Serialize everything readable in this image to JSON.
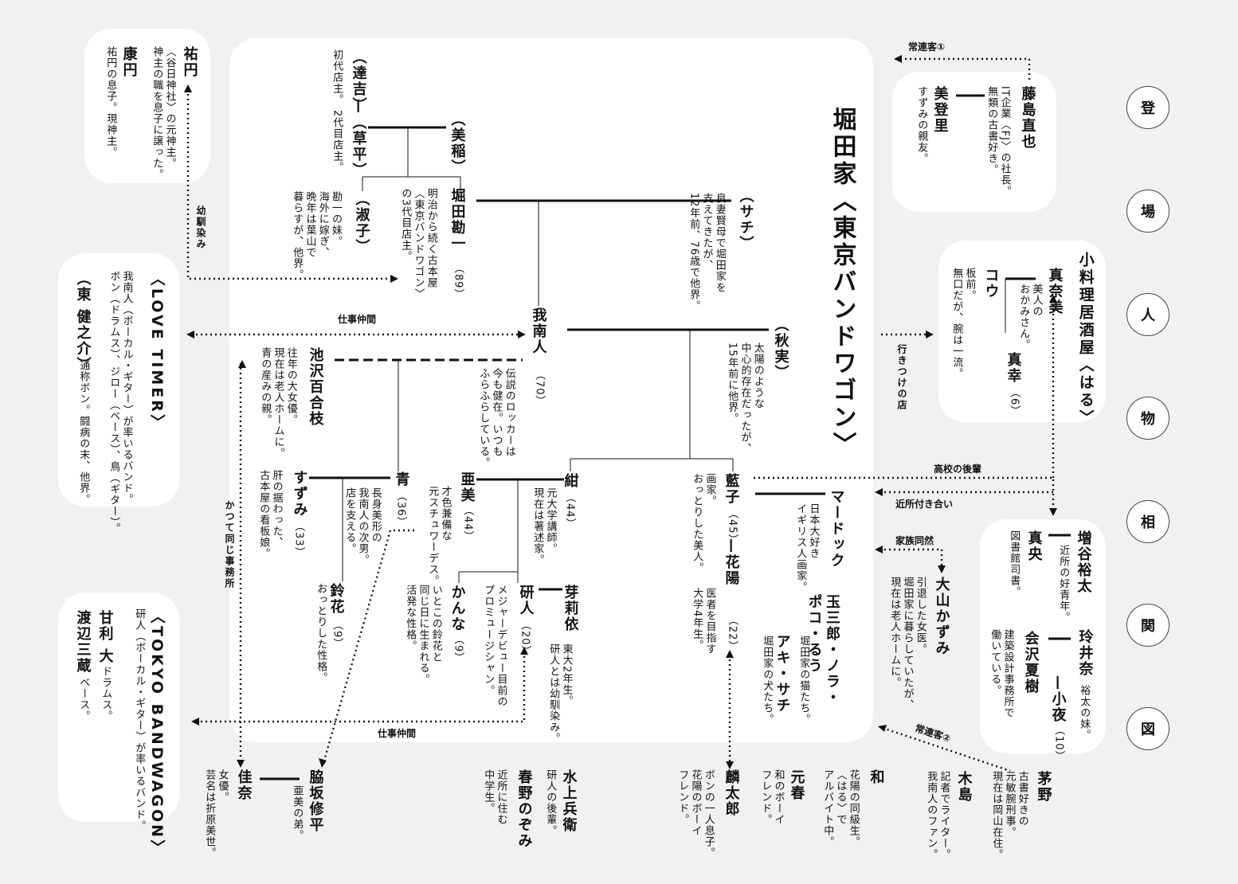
{
  "title": {
    "main": "堀田家〈東京バンドワゴン〉"
  },
  "side_title": [
    "登",
    "場",
    "人",
    "物",
    "相",
    "関",
    "図"
  ],
  "family": {
    "tatsukichi": {
      "name": "（達吉）",
      "desc": "初代店主。"
    },
    "sohei": {
      "name": "—（草平）",
      "desc": "2代目店主。"
    },
    "mine": {
      "name": "（美稲）"
    },
    "yoshiko": {
      "name": "（淑子）",
      "desc": "勘一の妹。\n海外に嫁ぎ、\n晩年は葉山で\n暮らすが、他界。"
    },
    "kanichi": {
      "name": "堀田勘一",
      "age": "（89）",
      "desc": "明治から続く古本屋\n〈東京バンドワゴン〉\nの3代目店主。"
    },
    "sachi": {
      "name": "（サチ）",
      "desc": "良妻賢母で堀田家を\n支えてきたが、\n12年前、76歳で他界。"
    },
    "ganto": {
      "name": "我南人",
      "age": "（70）",
      "desc": "伝説のロッカーは\n今も健在。いつも\nふらふらしている。"
    },
    "akimi": {
      "name": "（秋実）",
      "desc": "太陽のような\n中心的存在だったが、\n15年前に他界。"
    },
    "yurie": {
      "name": "池沢百合枝",
      "desc": "往年の大女優。\n現在は老人ホームに。\n青の産みの親。"
    },
    "ao": {
      "name": "青",
      "age": "（36）",
      "desc": "長身美形の\n我南人の次男。\n店を支える。"
    },
    "suzumi": {
      "name": "すずみ",
      "age": "（33）",
      "desc": "肝の据わった、\n古本屋の看板娘。"
    },
    "suzuka": {
      "name": "鈴花",
      "age": "（9）",
      "desc": "おっとりした性格。"
    },
    "ami": {
      "name": "亜美",
      "age": "（44）",
      "desc": "才色兼備な\n元スチュワーデス。"
    },
    "kon": {
      "name": "紺",
      "age": "（44）",
      "desc": "元大学講師。\n現在は著述家。"
    },
    "kanna": {
      "name": "かんな",
      "age": "（9）",
      "desc": "いとこの鈴花と\n同じ日に生まれる。\n活発な性格。"
    },
    "kento": {
      "name": "研人",
      "age": "（20）",
      "desc": "メジャーデビュー目前の\nプロミュージシャン。"
    },
    "meri": {
      "name": "芽莉依",
      "desc": "東大2年生。\n研人とは幼馴染み。"
    },
    "aiko": {
      "name": "藍子",
      "age": "（45）",
      "desc": "画家。\nおっとりした美人。"
    },
    "kayo": {
      "name": "—花陽",
      "age": "（22）",
      "desc": "医者を目指す\n大学4年生。"
    },
    "murdoch": {
      "name": "マードック",
      "desc": "日本大好き\nイギリス人画家。"
    },
    "cats": {
      "name": "玉三郎・ノラ・\nポコ・るう",
      "desc": "堀田家の猫たち。"
    },
    "dogs": {
      "name": "アキ・サチ",
      "desc": "堀田家の犬たち。"
    }
  },
  "boxes": {
    "shrine": {
      "yuen": "祐円",
      "yuen_desc": "〈谷日神社〉の元神主。\n神主の職を息子に譲った。",
      "koen": "康円",
      "koen_desc": "祐円の息子。現神主。"
    },
    "love_timer": {
      "title": "〈LOVE TIMER〉",
      "desc": "我南人（ボーカル・ギター）が率いるバンド。\nボン（ドラムス）、ジロー（ベース）、鳥（ギター）。",
      "member": "（東 健之介）",
      "member_desc": "通称ボン。闘病の末、他界。"
    },
    "tokyo_bandwagon": {
      "title": "〈TOKYO BANDWAGON〉",
      "desc": "研人（ボーカル・ギター）が率いるバンド。",
      "amari": "甘利 大",
      "amari_desc": "ドラムス。",
      "watanabe": "渡辺三蔵",
      "watanabe_desc": "ベース。"
    },
    "fujishima": {
      "name": "藤島直也",
      "desc": "IT企業〈FJ〉の社長。\n無類の古書好き。",
      "midori": "美登里",
      "midori_desc": "すずみの親友。"
    },
    "haru": {
      "title": "小料理居酒屋〈はる〉",
      "manami": "真奈美",
      "manami_desc": "美人の\nおかみさん。",
      "kou": "コウ",
      "kou_desc": "板前。\n無口だが、腕は一流。",
      "masayuki": "真幸",
      "masayuki_age": "（6）"
    },
    "masutani": {
      "name": "増谷裕太",
      "desc": "近所の好青年。",
      "mao": "真央",
      "mao_desc": "図書館司書。",
      "reina": "玲井奈",
      "reina_desc": "裕太の妹。",
      "aizawa": "会沢夏樹",
      "aizawa_desc": "建築設計事務所で\n働いている。",
      "sayo": "—小夜",
      "sayo_age": "（10）"
    }
  },
  "outside": {
    "oyama": {
      "name": "大山かずみ",
      "desc": "引退した女医。\n堀田家に暮らしていたが、\n現在は老人ホームに。"
    },
    "kaya": {
      "name": "茅野",
      "desc": "古書好きの\n元敏腕刑事。\n現在は岡山在住。"
    },
    "kijima": {
      "name": "木島",
      "desc": "記者でライター。\n我南人のファン。"
    },
    "kazu": {
      "name": "和",
      "desc": "花陽の同級生。\n〈はる〉で\nアルバイト中。"
    },
    "motoharu": {
      "name": "元春",
      "desc": "和のボーイ\nフレンド。"
    },
    "rintaro": {
      "name": "麟太郎",
      "desc": "ボンの一人息子。\n花陽のボーイ\nフレンド。"
    },
    "nozomi": {
      "name": "春野のぞみ",
      "desc": "近所に住む\n中学生。"
    },
    "minakami": {
      "name": "水上兵衛",
      "desc": "研人の後輩。"
    },
    "wakisaka": {
      "name": "脇坂修平",
      "desc": "亜美の弟。"
    },
    "kana": {
      "name": "佳奈",
      "desc": "女優。\n芸名は折原美世。"
    }
  },
  "labels": {
    "regular1": "常連客①",
    "regular2": "常連客②",
    "osananajimi": "幼馴染み",
    "shigoto1": "仕事仲間",
    "shigoto2": "仕事仲間",
    "katsute": "かつて同じ事務所",
    "ikitsuke": "行きつけの店",
    "koukou": "高校の後輩",
    "kinjo": "近所付き合い",
    "kazoku": "家族同然"
  }
}
